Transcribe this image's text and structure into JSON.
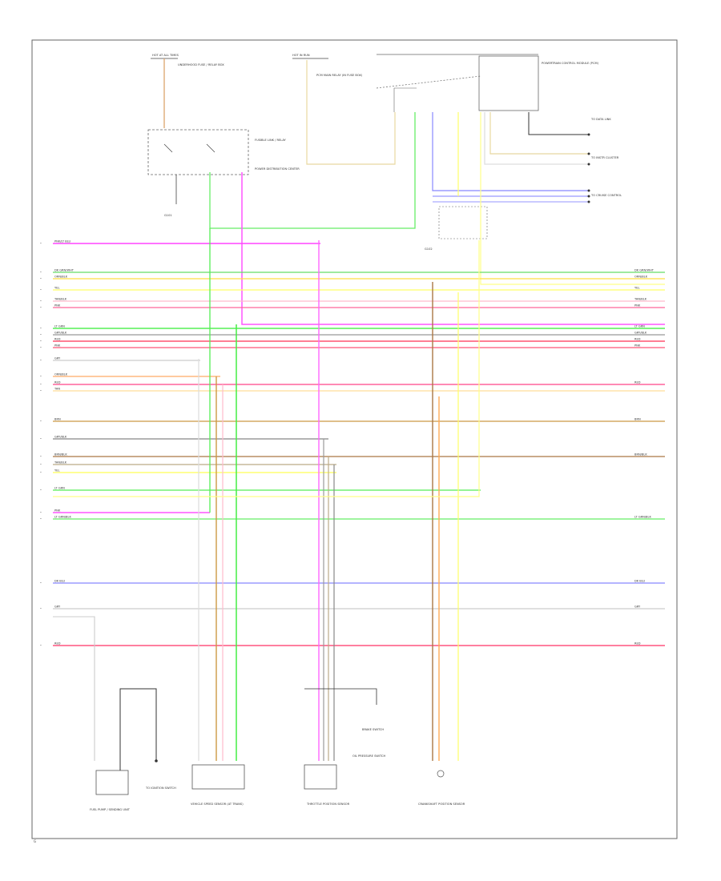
{
  "page": {
    "corner_id": "G"
  },
  "components": {
    "fuse_box": {
      "label": "HOT AT ALL TIMES",
      "desc": "UNDERHOOD FUSE / RELAY BOX"
    },
    "relay_box": {
      "label": "FUSIBLE LINK / RELAY",
      "desc": "POWER DISTRIBUTION CENTER"
    },
    "ecm_power": {
      "label": "HOT IN RUN",
      "desc": "PCM MAIN RELAY (IN FUSE BOX)"
    },
    "ecm": {
      "desc": "POWERTRAIN CONTROL MODULE (PCM)"
    },
    "g1": {
      "label": "G101"
    },
    "g2": {
      "label": "G102"
    },
    "fuel_pump": {
      "label": "FUEL PUMP / SENDING UNIT"
    },
    "ignition": {
      "label": "TO IGNITION SWITCH"
    },
    "brake_switch": {
      "label": "BRAKE SWITCH"
    },
    "map_sensor": {
      "label": "VEHICLE SPEED SENSOR (AT TRANS)"
    },
    "tps": {
      "label": "THROTTLE POSITION SENSOR"
    },
    "oil_switch": {
      "label": "OIL PRESSURE SWITCH"
    },
    "crank_sensor": {
      "label": "CRANKSHAFT POSITION SENSOR"
    },
    "outputs": [
      "TO DATA LINK",
      "TO INSTR CLUSTER",
      "TO CRUISE CONTROL"
    ]
  },
  "harness_lines": [
    {
      "label": "PNK/LT BLU",
      "color": "#ff44ff"
    },
    {
      "label": "DK GRN/WHT",
      "color": "#66dd66"
    },
    {
      "label": "ORN/BLK",
      "color": "#ffdd44"
    },
    {
      "label": "YEL",
      "color": "#ffff66"
    },
    {
      "label": "TAN/BLK",
      "color": "#ffbbcc"
    },
    {
      "label": "PNK",
      "color": "#ff6699"
    },
    {
      "label": "LT GRN",
      "color": "#33ee33"
    },
    {
      "label": "GRY/BLK",
      "color": "#999999"
    },
    {
      "label": "RED",
      "color": "#ff3355"
    },
    {
      "label": "PNK",
      "color": "#ff5577"
    },
    {
      "label": "GRY",
      "color": "#cccccc"
    },
    {
      "label": "ORN/BLK",
      "color": "#ffaa66"
    },
    {
      "label": "RED",
      "color": "#ff4488"
    },
    {
      "label": "TAN",
      "color": "#ffdd99"
    },
    {
      "label": "BRN",
      "color": "#cc9944"
    },
    {
      "label": "GRY/BLK",
      "color": "#888888"
    },
    {
      "label": "BRN/BLK",
      "color": "#aa7744"
    },
    {
      "label": "TAN/BLK",
      "color": "#bbaa88"
    },
    {
      "label": "YEL",
      "color": "#ffff55"
    },
    {
      "label": "LT GRN",
      "color": "#55ee55"
    },
    {
      "label": "PNK",
      "color": "#ff55ff"
    },
    {
      "label": "LT GRN/BLK",
      "color": "#66ee66"
    },
    {
      "label": "DK BLU",
      "color": "#8888ff"
    },
    {
      "label": "GRY",
      "color": "#cccccc"
    },
    {
      "label": "RED",
      "color": "#ff3366"
    }
  ]
}
